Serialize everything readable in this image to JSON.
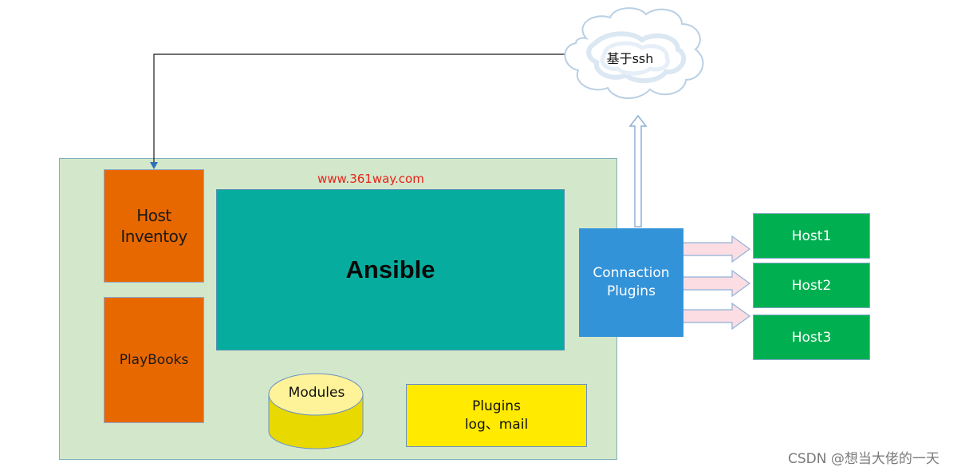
{
  "nodes": {
    "host_inventory": {
      "line1": "Host",
      "line2": "Inventoy"
    },
    "playbooks": "PlayBooks",
    "ansible": "Ansible",
    "website": "www.361way.com",
    "modules": "Modules",
    "plugins": {
      "line1": "Plugins",
      "line2": "log、mail"
    },
    "connection": {
      "line1": "Connaction",
      "line2": "Plugins"
    },
    "hosts": [
      "Host1",
      "Host2",
      "Host3"
    ],
    "cloud": "基于ssh"
  },
  "watermark": "CSDN @想当大佬的一天",
  "colors": {
    "container_bg": "#d3e8ca",
    "orange": "#e86800",
    "ansible": "#06ad9e",
    "plugins_yellow": "#ffea00",
    "connection_blue": "#3393d9",
    "host_green": "#00b050",
    "website_red": "#e5231b",
    "cylinder_yellow": "#e8d900",
    "arrow_pink": "#fbdde3"
  }
}
